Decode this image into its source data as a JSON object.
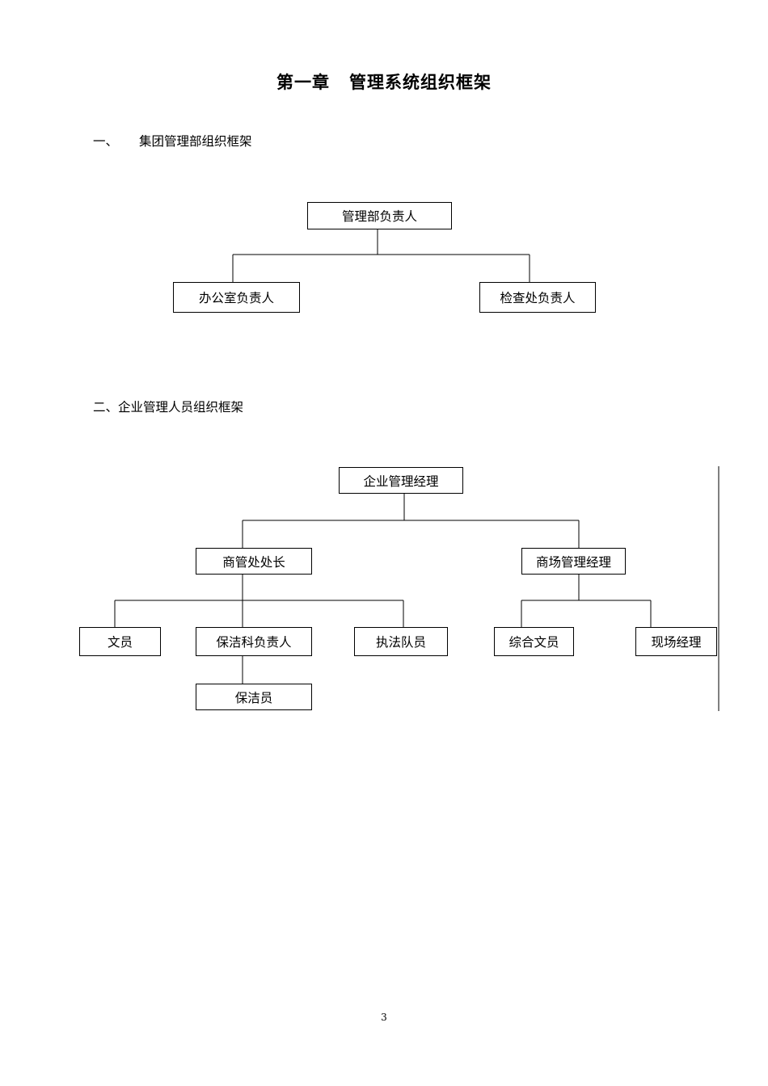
{
  "title": {
    "chapter": "第一章",
    "text": "管理系统组织框架"
  },
  "section1": {
    "number": "一、",
    "heading": "集团管理部组织框架",
    "chart": {
      "root": "管理部负责人",
      "left": "办公室负责人",
      "right": "检查处负责人"
    }
  },
  "section2": {
    "heading": "二、企业管理人员组织框架",
    "chart": {
      "root": "企业管理经理",
      "branch_left": "商管处处长",
      "branch_right": "商场管理经理",
      "clerk": "文员",
      "cleaning_head": "保洁科负责人",
      "enforcement": "执法队员",
      "cleaner": "保洁员",
      "general_clerk": "综合文员",
      "site_manager": "现场经理"
    }
  },
  "page_number": "3"
}
